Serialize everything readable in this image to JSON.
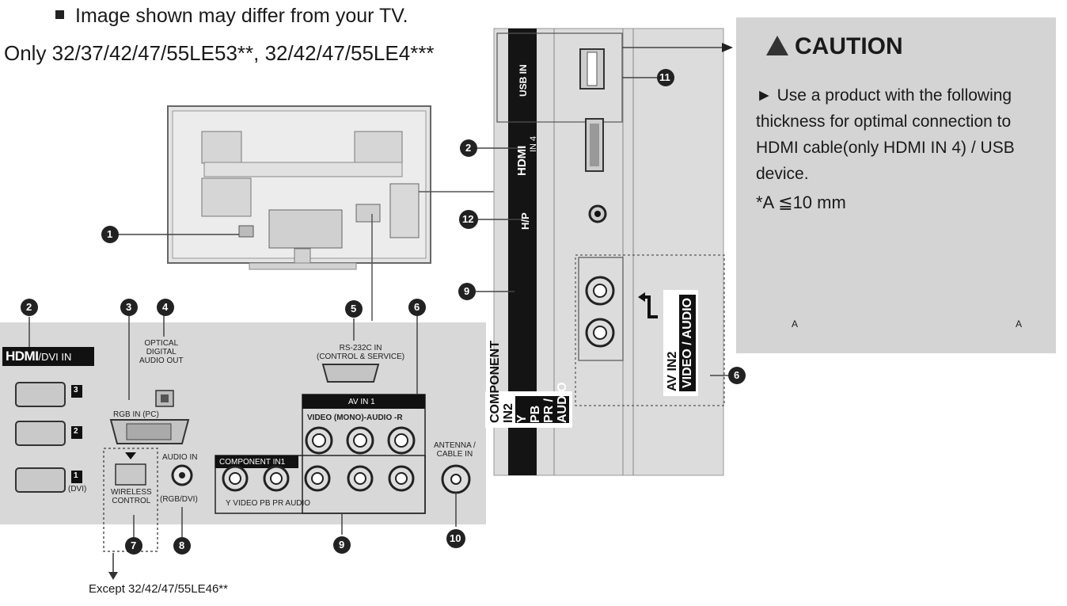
{
  "header": {
    "note": "Image shown may differ from your TV.",
    "models": "Only 32/37/42/47/55LE53**, 32/42/47/55LE4***"
  },
  "footer": {
    "except": "Except 32/42/47/55LE46**"
  },
  "rear_panel": {
    "hdmi_dvi_in": "/DVI IN",
    "hdmi_logo": "HDMI",
    "hdmi_ports": [
      "3",
      "2",
      "1"
    ],
    "hdmi_dvi_note": "(DVI)",
    "optical": [
      "OPTICAL",
      "DIGITAL",
      "AUDIO OUT"
    ],
    "rgb_in": "RGB IN (PC)",
    "audio_in": "AUDIO IN",
    "audio_in_sub": "(RGB/DVI)",
    "wireless": [
      "WIRELESS",
      "CONTROL"
    ],
    "rs232": [
      "RS-232C IN",
      "(CONTROL & SERVICE)"
    ],
    "av_in1": "AV IN 1",
    "av_in1_labels": "VIDEO  (MONO)-AUDIO -R",
    "component_in1": "COMPONENT IN1",
    "component_labels": "Y    VIDEO    PB         PR    AUDIO",
    "antenna": [
      "ANTENNA /",
      "CABLE IN"
    ]
  },
  "side_panel": {
    "usb_in": "USB IN",
    "hdmi_in4": "IN 4",
    "hp": "H/P",
    "component_in2": "COMPONENT IN2",
    "component_in2_sub": "Y  PB  PR / AUDIO",
    "av_in2": "AV IN2",
    "av_in2_sub": "VIDEO / AUDIO"
  },
  "callouts": [
    "1",
    "2",
    "3",
    "4",
    "5",
    "6",
    "7",
    "8",
    "9",
    "10",
    "11",
    "12"
  ],
  "caution": {
    "title": "CAUTION",
    "text": "► Use a product with the following thickness for optimal connection to HDMI cable(only HDMI IN 4) / USB device.",
    "spec": "*A ≦10 mm",
    "dim_label": "A"
  }
}
